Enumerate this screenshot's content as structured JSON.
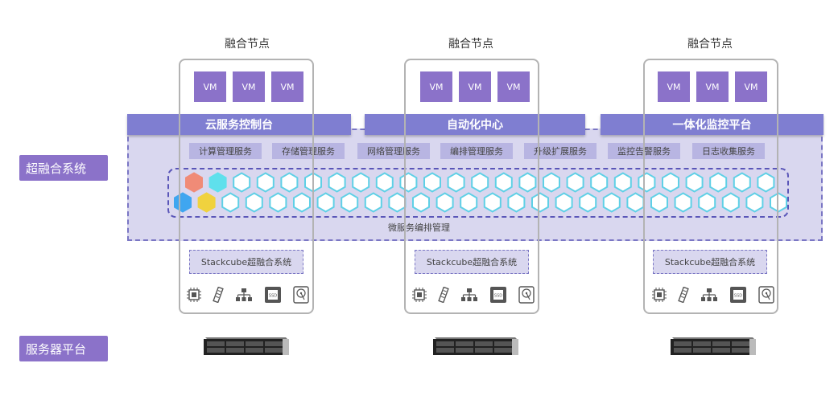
{
  "nodes": [
    {
      "title": "融合节点",
      "vms": [
        "VM",
        "VM",
        "VM"
      ],
      "stack_label": "Stackcube超融合系统"
    },
    {
      "title": "融合节点",
      "vms": [
        "VM",
        "VM",
        "VM"
      ],
      "stack_label": "Stackcube超融合系统"
    },
    {
      "title": "融合节点",
      "vms": [
        "VM",
        "VM",
        "VM"
      ],
      "stack_label": "Stackcube超融合系统"
    }
  ],
  "bands": [
    "云服务控制台",
    "自动化中心",
    "一体化监控平台"
  ],
  "services": [
    "计算管理服务",
    "存储管理服务",
    "网络管理服务",
    "编排管理服务",
    "升级扩展服务",
    "监控告警服务",
    "日志收集服务"
  ],
  "micro_label": "微服务编排管理",
  "side_labels": {
    "hci": "超融合系统",
    "server": "服务器平台"
  },
  "hex": {
    "row1_count": 25,
    "row2_count": 26,
    "special_row1": {
      "0": "#f08b77",
      "1": "#5fe0ec"
    },
    "special_row2": {
      "0": "#3fa6f0",
      "1": "#f0d23e"
    },
    "default_fill": "#ffffff",
    "default_stroke": "#5fd0e6"
  },
  "hardware_icons": [
    "cpu-icon",
    "memory-icon",
    "network-icon",
    "ssd-icon",
    "hdd-icon"
  ],
  "colors": {
    "purple": "#8b72c9",
    "band": "#7f7ed1",
    "region": "#d9d7ef",
    "service": "#b8b5e2"
  }
}
